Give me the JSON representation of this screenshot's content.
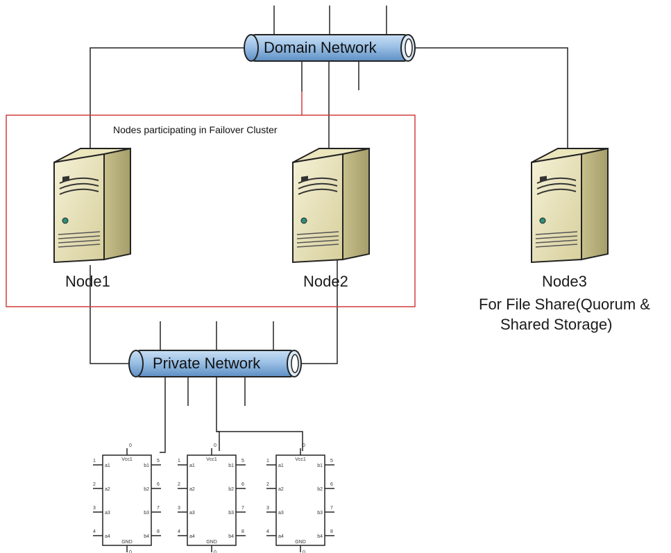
{
  "diagram": {
    "domain_network_label": "Domain Network",
    "private_network_label": "Private Network",
    "cluster_label": "Nodes participating in Failover Cluster",
    "nodes": [
      {
        "name": "Node1"
      },
      {
        "name": "Node2"
      },
      {
        "name": "Node3",
        "caption_line1": "For File Share(Quorum &",
        "caption_line2": "Shared Storage)"
      }
    ],
    "chip": {
      "top_pin": "0",
      "bottom_pin": "0",
      "top_label": "Vcc1",
      "bottom_label": "GND",
      "left_pins": [
        "1",
        "2",
        "3",
        "4"
      ],
      "right_pins": [
        "5",
        "6",
        "7",
        "8"
      ],
      "left_labels": [
        "a1",
        "a2",
        "a3",
        "a4"
      ],
      "right_labels": [
        "b1",
        "b2",
        "b3",
        "b4"
      ]
    },
    "colors": {
      "cluster_border": "#d23b3b",
      "pipe_fill": "#9cc1e6",
      "pipe_stroke": "#2b2b2b",
      "line": "#222222"
    }
  }
}
